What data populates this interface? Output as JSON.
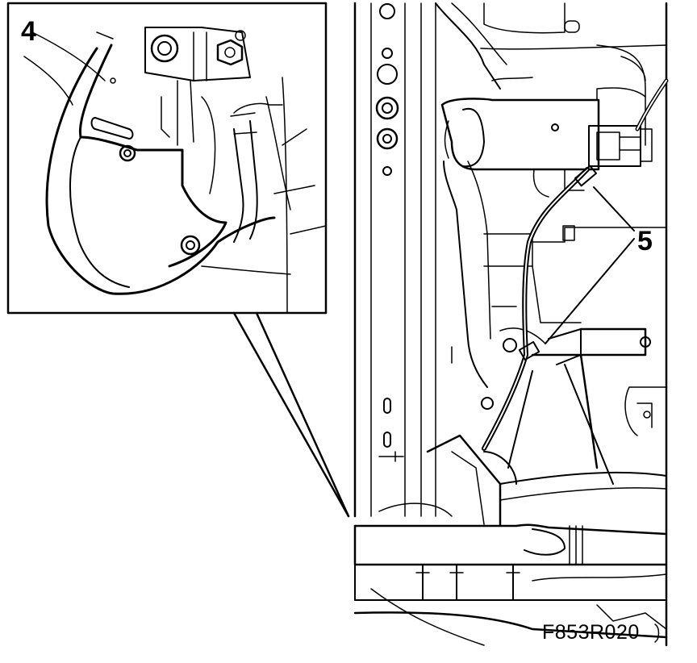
{
  "callouts": {
    "inset_label": "4",
    "pointer_label": "5"
  },
  "figure_code": "F853R020",
  "colors": {
    "ink": "#000000",
    "paper": "#ffffff"
  }
}
